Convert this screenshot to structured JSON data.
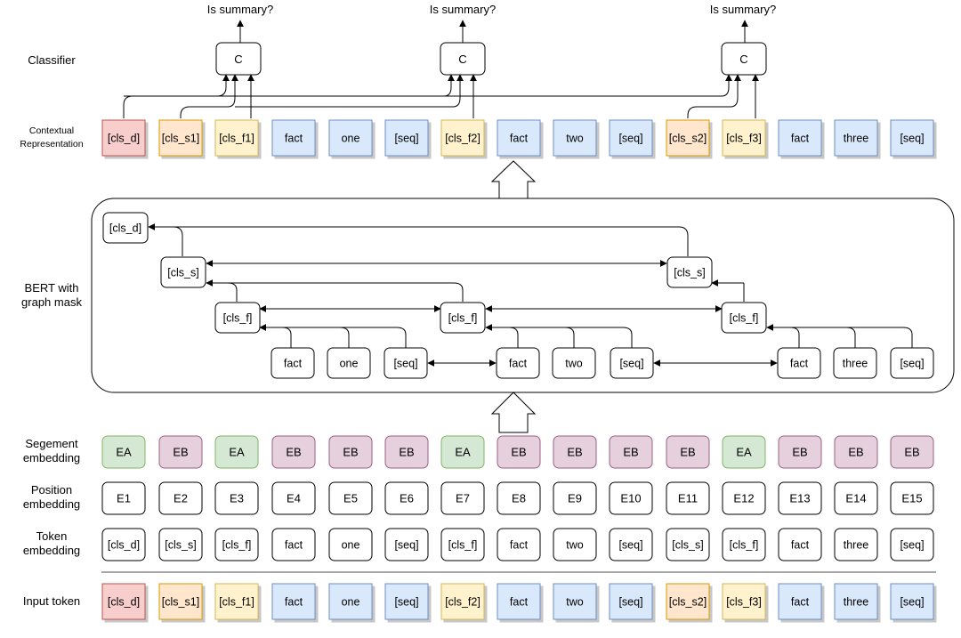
{
  "row_labels": {
    "classifier": "Classifier",
    "contextual": [
      "Contextual",
      "Representation"
    ],
    "bert": [
      "BERT with",
      "graph mask"
    ],
    "segment": [
      "Segement",
      "embedding"
    ],
    "position": [
      "Position",
      "embedding"
    ],
    "token": [
      "Token",
      "embedding"
    ],
    "input": "Input token"
  },
  "classifier": {
    "output_label": "Is summary?",
    "node_label": "C"
  },
  "input_tokens": [
    "[cls_d]",
    "[cls_s1]",
    "[cls_f1]",
    "fact",
    "one",
    "[seq]",
    "[cls_f2]",
    "fact",
    "two",
    "[seq]",
    "[cls_s2]",
    "[cls_f3]",
    "fact",
    "three",
    "[seq]"
  ],
  "contextual_tokens": [
    "[cls_d]",
    "[cls_s1]",
    "[cls_f1]",
    "fact",
    "one",
    "[seq]",
    "[cls_f2]",
    "fact",
    "two",
    "[seq]",
    "[cls_s2]",
    "[cls_f3]",
    "fact",
    "three",
    "[seq]"
  ],
  "token_types": [
    "doc",
    "sent",
    "fact",
    "word",
    "word",
    "word",
    "fact",
    "word",
    "word",
    "word",
    "sent",
    "fact",
    "word",
    "word",
    "word"
  ],
  "segment_embeddings": [
    "EA",
    "EB",
    "EA",
    "EB",
    "EB",
    "EB",
    "EA",
    "EB",
    "EB",
    "EB",
    "EB",
    "EA",
    "EB",
    "EB",
    "EB"
  ],
  "position_embeddings": [
    "E1",
    "E2",
    "E3",
    "E4",
    "E5",
    "E6",
    "E7",
    "E8",
    "E9",
    "E10",
    "E11",
    "E12",
    "E13",
    "E14",
    "E15"
  ],
  "token_embeddings": [
    "[cls_d]",
    "[cls_s]",
    "[cls_f]",
    "fact",
    "one",
    "[seq]",
    "[cls_f]",
    "fact",
    "two",
    "[seq]",
    "[cls_s]",
    "[cls_f]",
    "fact",
    "three",
    "[seq]"
  ],
  "graph": {
    "doc_node": "[cls_d]",
    "sent_nodes": [
      "[cls_s]",
      "[cls_s]"
    ],
    "fact_nodes": [
      "[cls_f]",
      "[cls_f]",
      "[cls_f]"
    ],
    "word_nodes": [
      "fact",
      "one",
      "[seq]",
      "fact",
      "two",
      "[seq]",
      "fact",
      "three",
      "[seq]"
    ]
  },
  "colors": {
    "doc_fill": "#f8cecc",
    "doc_stroke": "#b85450",
    "sent_fill": "#ffe6cc",
    "sent_stroke": "#d79b00",
    "fact_fill": "#fff2cc",
    "fact_stroke": "#d6b656",
    "word_fill": "#dae8fc",
    "word_stroke": "#6c8ebf",
    "seg_a_fill": "#d5e8d4",
    "seg_a_stroke": "#82b366",
    "seg_b_fill": "#e6d0de",
    "seg_b_stroke": "#996185"
  }
}
